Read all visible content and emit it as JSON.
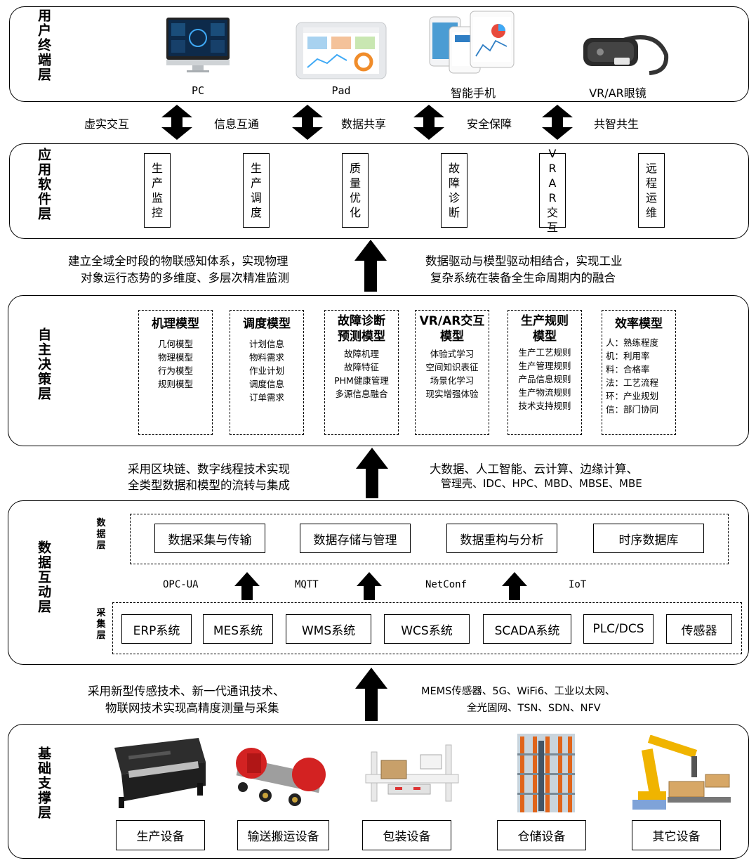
{
  "layers": {
    "user": {
      "title": "用户终端层",
      "devices": [
        {
          "label": "PC",
          "icon": "monitor-icon"
        },
        {
          "label": "Pad",
          "icon": "tablet-icon"
        },
        {
          "label": "智能手机",
          "icon": "smartphone-icon"
        },
        {
          "label": "VR/AR眼镜",
          "icon": "vr-headset-icon"
        }
      ]
    },
    "links_user_app": [
      "虚实交互",
      "信息互通",
      "数据共享",
      "安全保障",
      "共智共生"
    ],
    "app": {
      "title": "应用软件层",
      "items": [
        "生产监控",
        "生产调度",
        "质量优化",
        "故障诊断",
        "VRAR交互",
        "远程运维"
      ]
    },
    "between_decision_app": {
      "left": [
        "建立全域全时段的物联感知体系，实现物理",
        "对象运行态势的多维度、多层次精准监测"
      ],
      "right": [
        "数据驱动与模型驱动相结合，实现工业",
        "复杂系统在装备全生命周期内的融合"
      ]
    },
    "decision": {
      "title": "自主决策层",
      "models": [
        {
          "title": [
            "机理模型"
          ],
          "items": [
            "几何模型",
            "物理模型",
            "行为模型",
            "规则模型"
          ]
        },
        {
          "title": [
            "调度模型"
          ],
          "items": [
            "计划信息",
            "物料需求",
            "作业计划",
            "调度信息",
            "订单需求"
          ]
        },
        {
          "title": [
            "故障诊断",
            "预测模型"
          ],
          "items": [
            "故障机理",
            "故障特征",
            "PHM健康管理",
            "多源信息融合"
          ]
        },
        {
          "title": [
            "VR/AR交互",
            "模型"
          ],
          "items": [
            "体验式学习",
            "空间知识表征",
            "场景化学习",
            "现实增强体验"
          ]
        },
        {
          "title": [
            "生产规则",
            "模型"
          ],
          "items": [
            "生产工艺规则",
            "生产管理规则",
            "产品信息规则",
            "生产物流规则",
            "技术支持规则"
          ]
        },
        {
          "title": [
            "效率模型"
          ],
          "items": [
            "人：熟练程度",
            "机：利用率",
            "料：合格率",
            "法：工艺流程",
            "环：产业规划",
            "信：部门协同"
          ]
        }
      ]
    },
    "between_data_decision": {
      "left": [
        "采用区块链、数字线程技术实现",
        "全类型数据和模型的流转与集成"
      ],
      "right": [
        "大数据、人工智能、云计算、边缘计算、",
        "管理壳、IDC、HPC、MBD、MBSE、MBE"
      ]
    },
    "data": {
      "title": "数据互动层",
      "data_sub_title": "数据层",
      "data_items": [
        "数据采集与传输",
        "数据存储与管理",
        "数据重构与分析",
        "时序数据库"
      ],
      "protocols": [
        "OPC-UA",
        "MQTT",
        "NetConf",
        "IoT"
      ],
      "collect_sub_title": "采集层",
      "collect_items": [
        "ERP系统",
        "MES系统",
        "WMS系统",
        "WCS系统",
        "SCADA系统",
        "PLC/DCS",
        "传感器"
      ]
    },
    "between_base_data": {
      "left": [
        "采用新型传感技术、新一代通讯技术、",
        "物联网技术实现高精度测量与采集"
      ],
      "right": [
        "MEMS传感器、5G、WiFi6、工业以太网、",
        "全光固网、TSN、SDN、NFV"
      ]
    },
    "base": {
      "title": "基础支撑层",
      "equipment": [
        {
          "label": "生产设备",
          "icon": "printing-machine-icon"
        },
        {
          "label": "输送搬运设备",
          "icon": "conveyor-cart-icon"
        },
        {
          "label": "包装设备",
          "icon": "carton-sealer-icon"
        },
        {
          "label": "仓储设备",
          "icon": "warehouse-rack-icon"
        },
        {
          "label": "其它设备",
          "icon": "robot-arm-icon"
        }
      ]
    }
  }
}
